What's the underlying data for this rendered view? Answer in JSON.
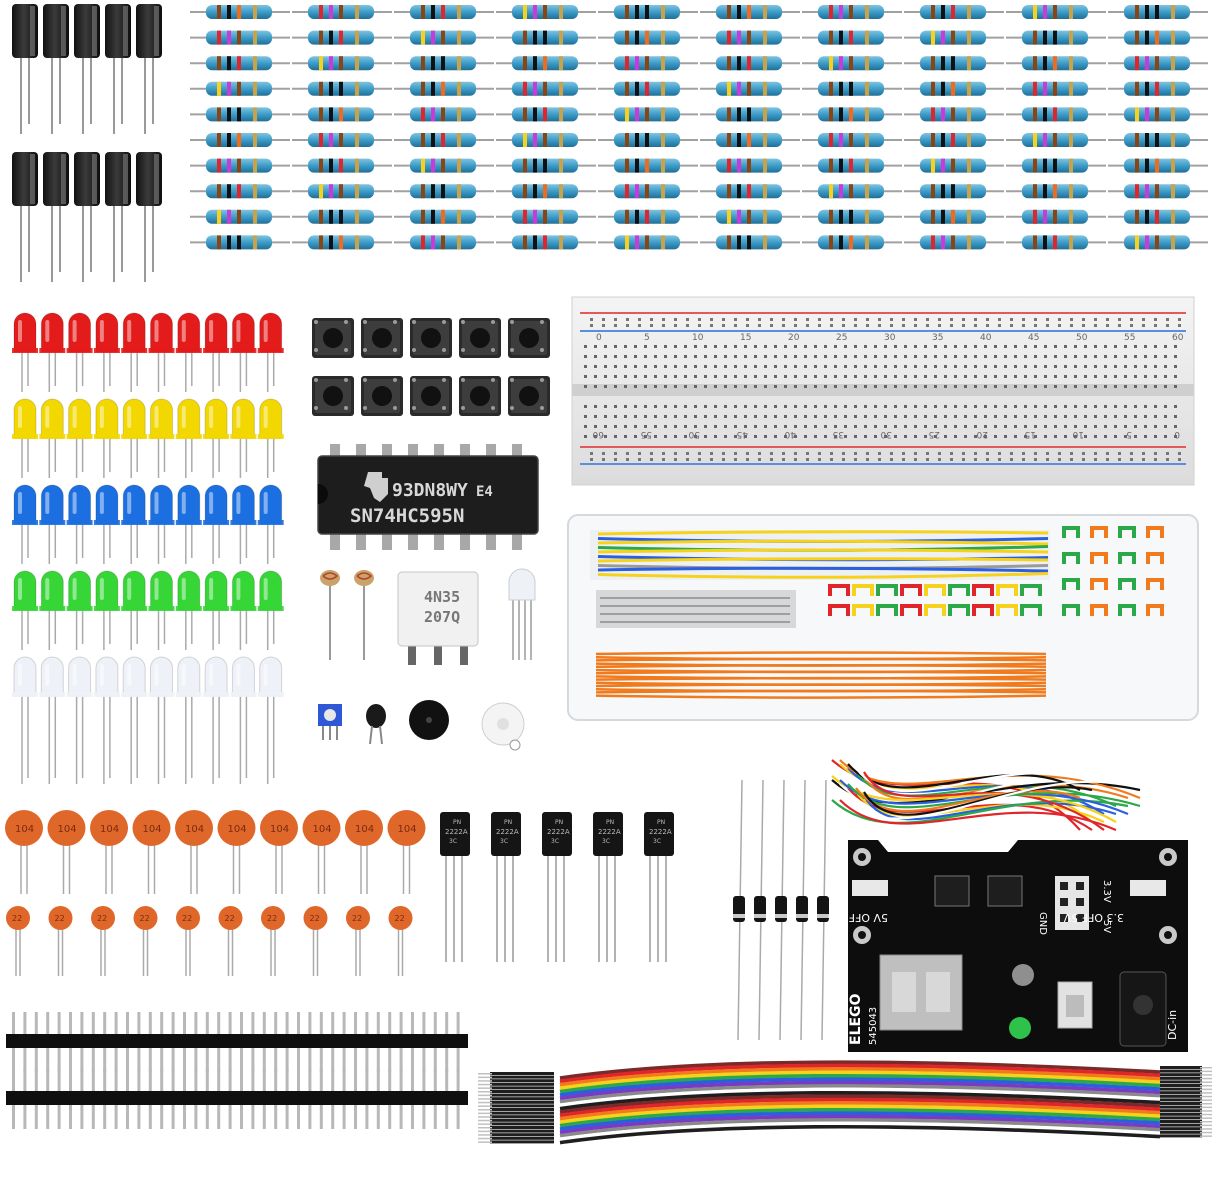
{
  "components": {
    "capacitors": {
      "rows": 2,
      "per_row": 5
    },
    "resistors": {
      "rows": 10,
      "per_row": 10
    },
    "leds": {
      "colors": [
        "#e31b1b",
        "#f2d700",
        "#1c6fe0",
        "#35d635",
        "#eef2f8"
      ],
      "per_row": 10
    },
    "tact_switches": {
      "rows": 2,
      "per_row": 5
    },
    "ic_chip": {
      "line1": "93DN8WY",
      "line1_suffix": "E4",
      "line2": "SN74HC595N"
    },
    "optocoupler": {
      "line1": "4N35",
      "line2": "207Q"
    },
    "breadboard": {
      "top_numbers": [
        "0",
        "5",
        "10",
        "15",
        "20",
        "25",
        "30",
        "35",
        "40",
        "45",
        "50",
        "55",
        "60"
      ],
      "bottom_numbers": [
        "60",
        "55",
        "50",
        "45",
        "40",
        "35",
        "30",
        "25",
        "20",
        "15",
        "10",
        "5",
        "0"
      ]
    },
    "ceramic_large": {
      "count": 10,
      "label": "104"
    },
    "ceramic_small": {
      "count": 10,
      "label": "22"
    },
    "transistors": {
      "count": 5,
      "line1": "PN",
      "line2": "2222A",
      "line3": "3C"
    },
    "diodes": {
      "count": 5
    },
    "power_module": {
      "brand": "ELEGO",
      "code": "545043",
      "left_label_top": "5V OFF 3.3",
      "right_label_top": "3.3 OFF 5V",
      "gnd": "GND",
      "v33": "3.3V",
      "v5": "5V",
      "dc_in": "DC-in"
    },
    "ribbon": {
      "colors": [
        "#7b2a2a",
        "#e0262a",
        "#f07a1c",
        "#f6d21c",
        "#2aa84a",
        "#2a5fe0",
        "#7a3ac4",
        "#8a8a8a",
        "#ffffff",
        "#1e1e1e"
      ]
    }
  }
}
